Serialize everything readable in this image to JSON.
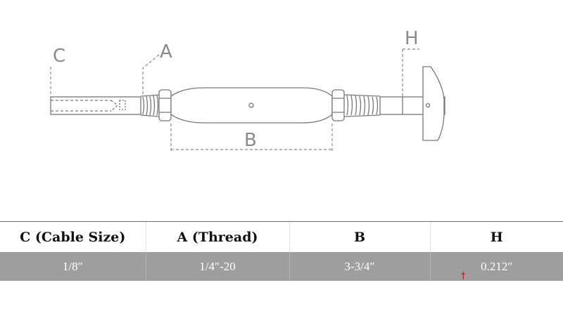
{
  "diagram": {
    "labels": {
      "c": "C",
      "a": "A",
      "b": "B",
      "h": "H"
    }
  },
  "table": {
    "headers": [
      "C (Cable Size)",
      "A (Thread)",
      "B",
      "H"
    ],
    "row": [
      "1/8″",
      "1/4″-20",
      "3-3/4″",
      "0.212″"
    ],
    "colors": {
      "header_bg": "#ffffff",
      "row_bg": "#9e9e9e",
      "row_text": "#ffffff"
    }
  }
}
